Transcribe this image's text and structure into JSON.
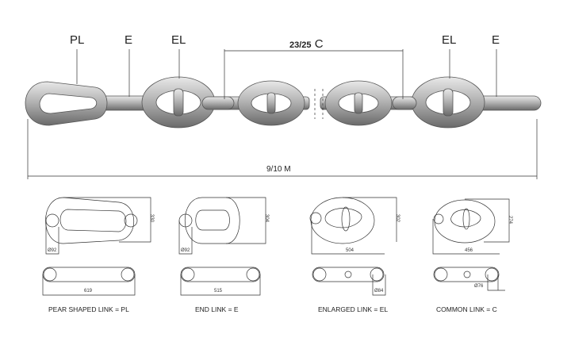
{
  "chain": {
    "labels": [
      "PL",
      "E",
      "EL",
      "EL",
      "E"
    ],
    "common_span": {
      "bold": "23/25",
      "letter": "C"
    },
    "total_length": "9/10 M"
  },
  "links": [
    {
      "caption": "PEAR SHAPED LINK = PL",
      "diameter": "Ø92",
      "height": "330",
      "length": "619"
    },
    {
      "caption": "END LINK = E",
      "diameter": "Ø92",
      "height": "304",
      "length": "515"
    },
    {
      "caption": "ENLARGED LINK = EL",
      "diameter": "Ø84",
      "height": "302",
      "width": "504"
    },
    {
      "caption": "COMMON LINK = C",
      "diameter": "Ø76",
      "height": "274",
      "width": "456"
    }
  ]
}
